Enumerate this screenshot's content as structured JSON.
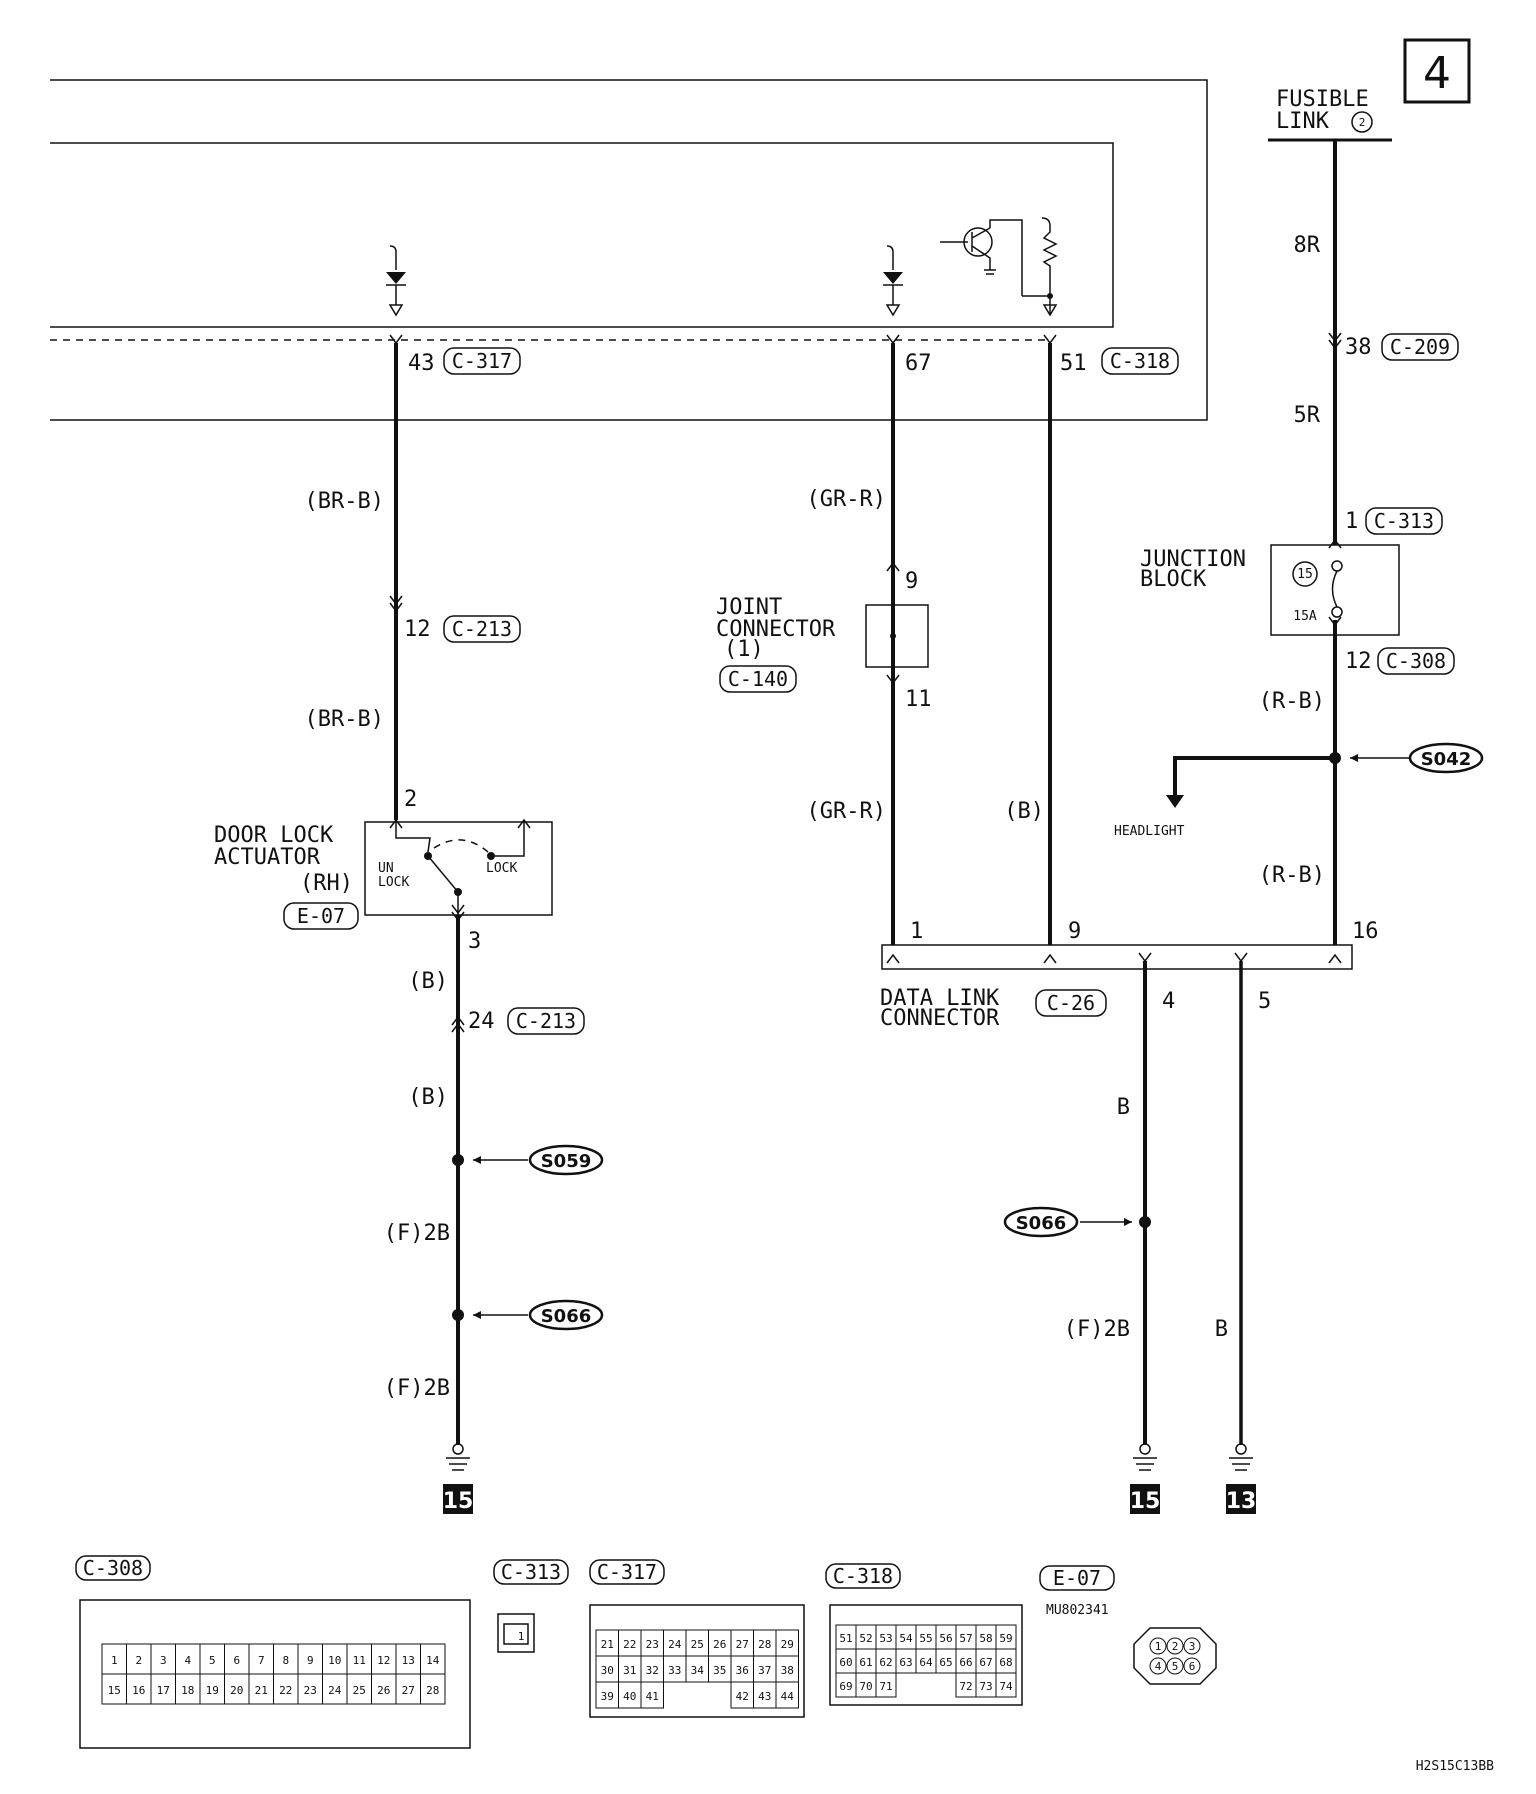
{
  "page": {
    "number": "4",
    "figure_code": "H2S15C13BB"
  },
  "fusible_link": {
    "line1": "FUSIBLE",
    "line2": "LINK",
    "number": "2"
  },
  "wires": {
    "w1": "8R",
    "w2": "5R",
    "w3": "(R-B)",
    "w4": "(R-B)",
    "br1": "(BR-B)",
    "br2": "(BR-B)",
    "gr1": "(GR-R)",
    "gr2": "(GR-R)",
    "b1": "(B)",
    "b2": "(B)",
    "b3": "(B)",
    "f1": "(F)2B",
    "f2": "(F)2B",
    "b4": "B",
    "b5": "B",
    "f3": "(F)2B"
  },
  "pins": {
    "c317": "43",
    "c318a": "67",
    "c318b": "51",
    "c209": "38",
    "c313": "1",
    "c308": "12",
    "c213a": "12",
    "c213b": "24",
    "jc_in": "9",
    "jc_out": "11",
    "act_in": "2",
    "act_out": "3",
    "dl1": "1",
    "dl9": "9",
    "dl16": "16",
    "dl4": "4",
    "dl5": "5"
  },
  "connectors": {
    "c317": "C-317",
    "c318": "C-318",
    "c209": "C-209",
    "c313": "C-313",
    "c308": "C-308",
    "c213": "C-213",
    "c140": "C-140",
    "c26": "C-26",
    "e07": "E-07"
  },
  "components": {
    "junction_block": [
      "JUNCTION",
      "BLOCK"
    ],
    "fuse_no": "15",
    "fuse_rating": "15A",
    "joint_connector": [
      "JOINT",
      "CONNECTOR",
      "(1)"
    ],
    "door_lock": [
      "DOOR LOCK",
      "ACTUATOR",
      "(RH)"
    ],
    "unlock": [
      "UN",
      "LOCK"
    ],
    "lock": "LOCK",
    "data_link": [
      "DATA LINK",
      "CONNECTOR"
    ],
    "headlight": "HEADLIGHT"
  },
  "splices": {
    "s042": "S042",
    "s059": "S059",
    "s066a": "S066",
    "s066b": "S066"
  },
  "grounds": {
    "g1": "15",
    "g2": "15",
    "g3": "13"
  },
  "bottom": {
    "c308_label": "C-308",
    "c313_label": "C-313",
    "c317_label": "C-317",
    "c318_label": "C-318",
    "e07_label": "E-07",
    "e07_part": "MU802341",
    "c313_pin": "1",
    "c308_row1": [
      "1",
      "2",
      "3",
      "4",
      "5",
      "6",
      "7",
      "8",
      "9",
      "10",
      "11",
      "12",
      "13",
      "14"
    ],
    "c308_row2": [
      "15",
      "16",
      "17",
      "18",
      "19",
      "20",
      "21",
      "22",
      "23",
      "24",
      "25",
      "26",
      "27",
      "28"
    ],
    "c317_row1": [
      "21",
      "22",
      "23",
      "24",
      "25",
      "26",
      "27",
      "28",
      "29"
    ],
    "c317_row2": [
      "30",
      "31",
      "32",
      "33",
      "34",
      "35",
      "36",
      "37",
      "38"
    ],
    "c317_row3a": [
      "39",
      "40",
      "41"
    ],
    "c317_row3b": [
      "42",
      "43",
      "44"
    ],
    "c318_row1": [
      "51",
      "52",
      "53",
      "54",
      "55",
      "56",
      "57",
      "58",
      "59"
    ],
    "c318_row2": [
      "60",
      "61",
      "62",
      "63",
      "64",
      "65",
      "66",
      "67",
      "68"
    ],
    "c318_row3a": [
      "69",
      "70",
      "71"
    ],
    "c318_row3b": [
      "72",
      "73",
      "74"
    ],
    "e07_pins": [
      "1",
      "2",
      "3",
      "4",
      "5",
      "6"
    ]
  }
}
